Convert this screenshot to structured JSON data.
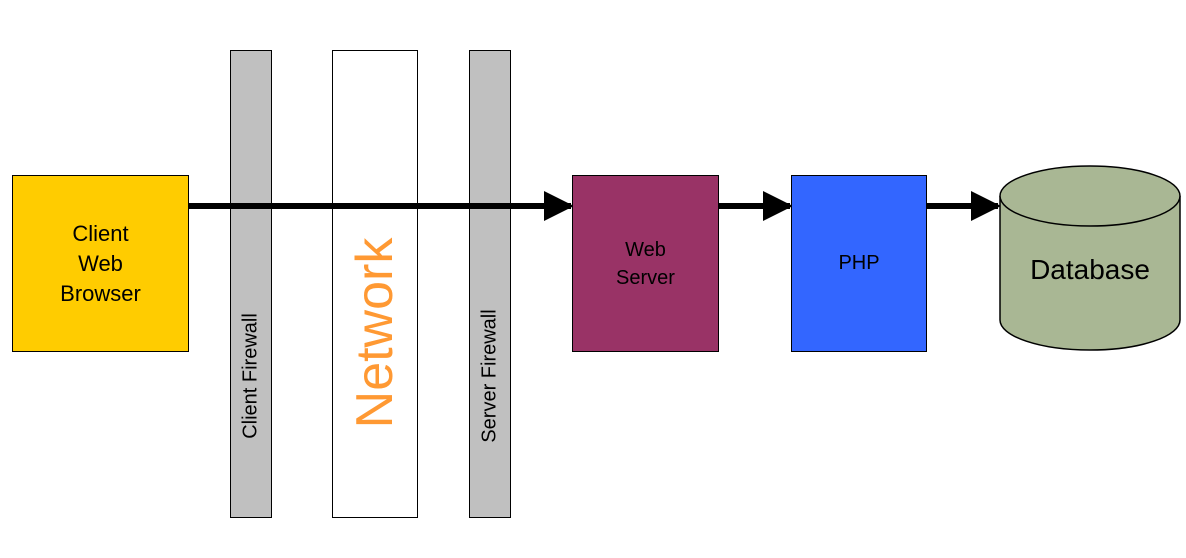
{
  "colors": {
    "client": "#ffcc00",
    "web_server": "#993366",
    "php": "#3366ff",
    "database": "#a9b794",
    "firewall": "#c0c0c0",
    "network_fill": "#ffffff",
    "network_text": "#ff9933",
    "arrow": "#000000"
  },
  "nodes": {
    "client": {
      "lines": [
        "Client",
        "Web",
        "Browser"
      ]
    },
    "client_firewall": {
      "label": "Client Firewall"
    },
    "network": {
      "label": "Network"
    },
    "server_firewall": {
      "label": "Server Firewall"
    },
    "web_server": {
      "lines": [
        "Web",
        "Server"
      ]
    },
    "php": {
      "label": "PHP"
    },
    "database": {
      "label": "Database"
    }
  },
  "edges": [
    {
      "from": "client",
      "to": "web_server"
    },
    {
      "from": "web_server",
      "to": "php"
    },
    {
      "from": "php",
      "to": "database"
    }
  ]
}
